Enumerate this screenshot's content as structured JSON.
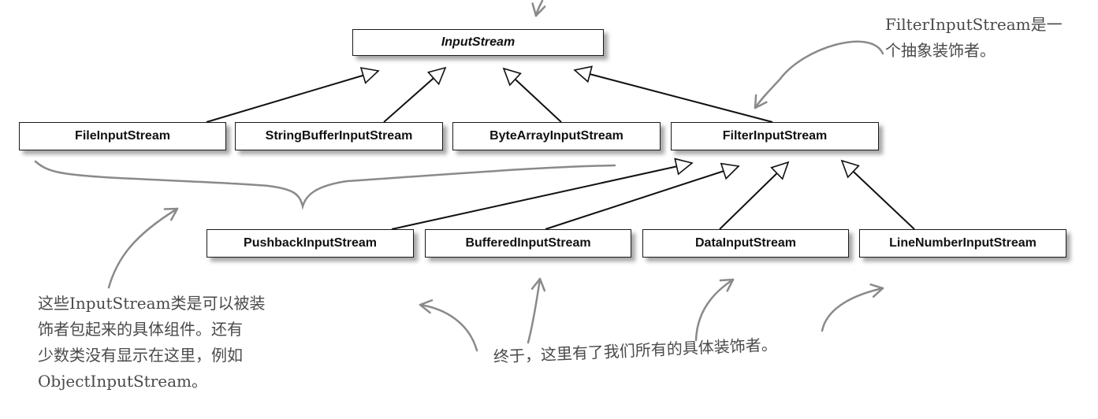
{
  "classes": {
    "input_stream": "InputStream",
    "file_input_stream": "FileInputStream",
    "string_buffer_input_stream": "StringBufferInputStream",
    "byte_array_input_stream": "ByteArrayInputStream",
    "filter_input_stream": "FilterInputStream",
    "pushback_input_stream": "PushbackInputStream",
    "buffered_input_stream": "BufferedInputStream",
    "data_input_stream": "DataInputStream",
    "line_number_input_stream": "LineNumberInputStream"
  },
  "annotations": {
    "filter_note": "FilterInputStream是一\n个抽象装饰者。",
    "components_note": "这些InputStream类是可以被装\n饰者包起来的具体组件。还有\n少数类没有显示在这里，例如\nObjectInputStream。",
    "decorators_note": "终于，这里有了我们所有的具体装饰者。"
  },
  "colors": {
    "box_border": "#1a1a1a",
    "hand_drawn": "#8a8a8a",
    "note_text": "#4a4a4a"
  }
}
